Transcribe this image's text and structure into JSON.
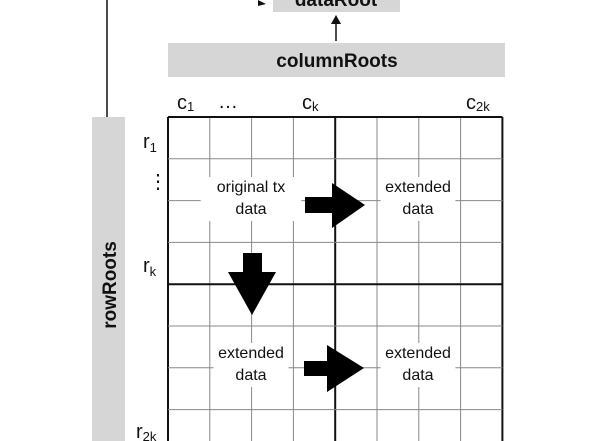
{
  "boxes": {
    "data_root": "dataRoot",
    "column_roots": "columnRoots",
    "row_roots": "rowRoots"
  },
  "columns": {
    "c1": "c",
    "c1_sub": "1",
    "dots": "…",
    "ck": "c",
    "ck_sub": "k",
    "c2k": "c",
    "c2k_sub": "2k"
  },
  "rows": {
    "r1": "r",
    "r1_sub": "1",
    "dots": "⋮",
    "rk": "r",
    "rk_sub": "k",
    "r2k": "r",
    "r2k_sub": "2k"
  },
  "quadrants": {
    "top_left": [
      "original tx",
      "data"
    ],
    "top_right": [
      "extended",
      "data"
    ],
    "bottom_left": [
      "extended",
      "data"
    ],
    "bottom_right": [
      "extended",
      "data"
    ]
  },
  "colors": {
    "box_fill": "#d6d6d6",
    "grid_line": "#888888",
    "ink": "#111111"
  }
}
